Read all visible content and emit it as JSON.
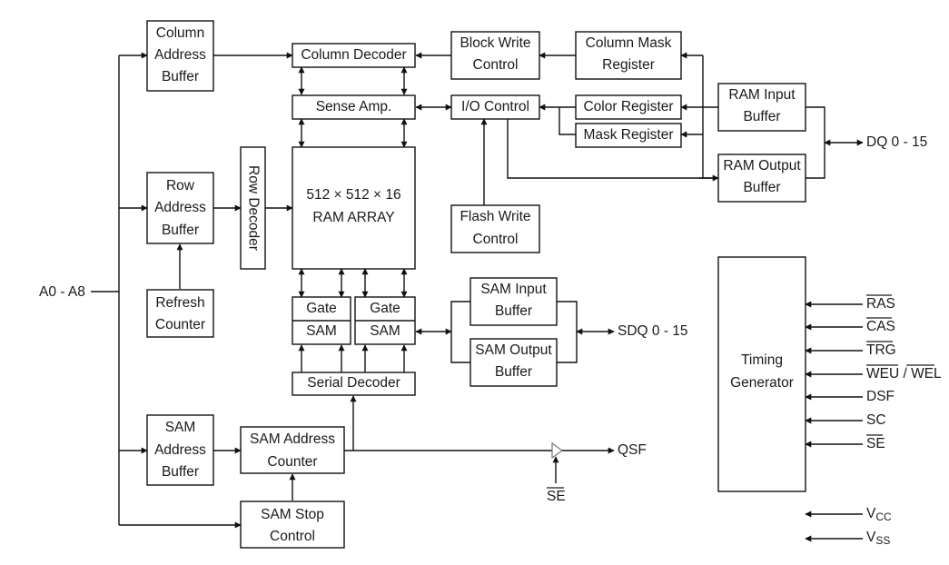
{
  "diagram": {
    "title": "VRAM Functional Block Diagram",
    "blocks": {
      "column_address_buffer": [
        "Column",
        "Address",
        "Buffer"
      ],
      "row_address_buffer": [
        "Row",
        "Address",
        "Buffer"
      ],
      "refresh_counter": [
        "Refresh",
        "Counter"
      ],
      "sam_address_buffer": [
        "SAM",
        "Address",
        "Buffer"
      ],
      "sam_address_counter": [
        "SAM Address",
        "Counter"
      ],
      "sam_stop_control": [
        "SAM Stop",
        "Control"
      ],
      "row_decoder": "Row Decoder",
      "column_decoder": "Column Decoder",
      "sense_amp": "Sense Amp.",
      "ram_array": [
        "512 × 512 × 16",
        "RAM ARRAY"
      ],
      "gate_left": "Gate",
      "sam_left": "SAM",
      "gate_right": "Gate",
      "sam_right": "SAM",
      "serial_decoder": "Serial Decoder",
      "block_write_control": [
        "Block Write",
        "Control"
      ],
      "io_control": "I/O Control",
      "flash_write_control": [
        "Flash Write",
        "Control"
      ],
      "column_mask_register": [
        "Column Mask",
        "Register"
      ],
      "color_register": "Color Register",
      "mask_register": "Mask Register",
      "ram_input_buffer": [
        "RAM Input",
        "Buffer"
      ],
      "ram_output_buffer": [
        "RAM Output",
        "Buffer"
      ],
      "sam_input_buffer": [
        "SAM Input",
        "Buffer"
      ],
      "sam_output_buffer": [
        "SAM Output",
        "Buffer"
      ],
      "timing_generator": [
        "Timing",
        "Generator"
      ]
    },
    "pins": {
      "address": "A0 - A8",
      "dq": "DQ 0 - 15",
      "sdq": "SDQ 0 - 15",
      "qsf": "QSF",
      "se_buffer": "SE",
      "vcc": {
        "main": "V",
        "sub": "CC"
      },
      "vss": {
        "main": "V",
        "sub": "SS"
      }
    },
    "timing_inputs": [
      {
        "label": "RAS",
        "active_low": true
      },
      {
        "label": "CAS",
        "active_low": true
      },
      {
        "label": "TRG",
        "active_low": true
      },
      {
        "label": "WEU / WEL",
        "active_low": true
      },
      {
        "label": "DSF",
        "active_low": false
      },
      {
        "label": "SC",
        "active_low": false
      },
      {
        "label": "SE",
        "active_low": true
      }
    ]
  }
}
